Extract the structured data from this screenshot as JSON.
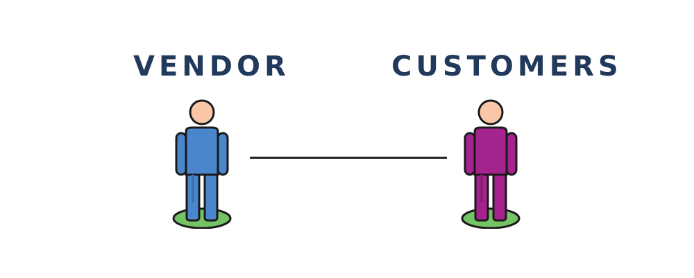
{
  "vendor": {
    "label": "VENDOR",
    "icon": "person-icon",
    "body_color": "#4a86cc",
    "body_shade": "#3b73b3"
  },
  "customers": {
    "label": "CUSTOMERS",
    "icon": "person-icon",
    "body_color": "#a4238c",
    "body_shade": "#8c1a77"
  },
  "connector": {
    "type": "line"
  },
  "colors": {
    "label_text": "#213a5c",
    "skin": "#f9c7a8",
    "ground": "#74c465",
    "outline": "#1a1a1a"
  }
}
